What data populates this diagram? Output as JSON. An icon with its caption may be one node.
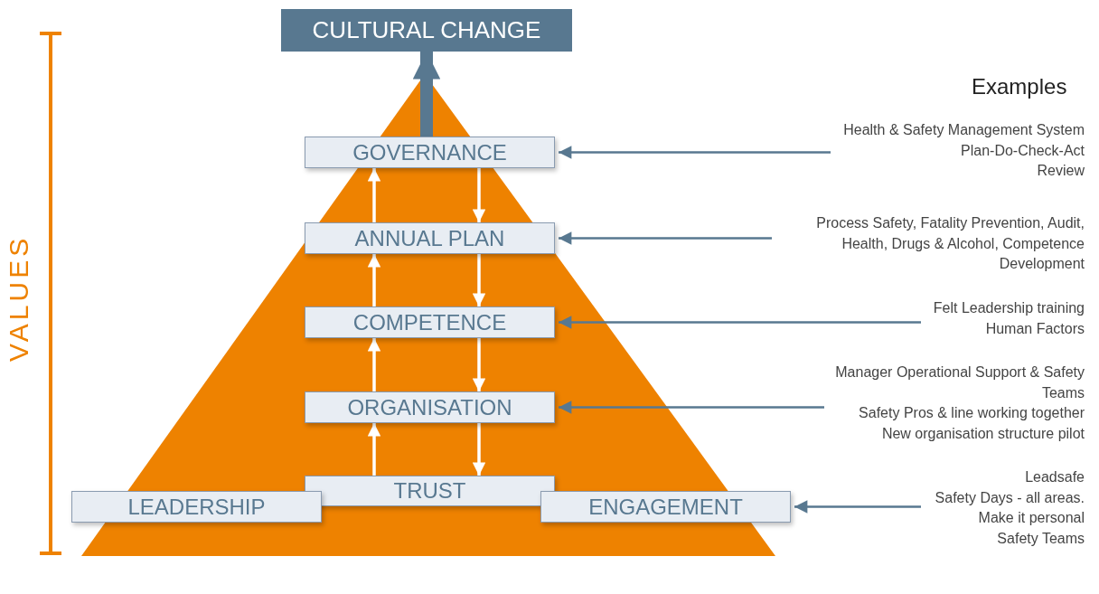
{
  "diagram": {
    "nodes": [
      {
        "text": [
          "CULTURAL CHANGE"
        ]
      },
      {
        "text": [
          "GOVERNANCE"
        ]
      },
      {
        "text": [
          "ANNUAL PLAN"
        ]
      },
      {
        "text": [
          "COMPETENCE"
        ]
      },
      {
        "text": [
          "ORGANISATION"
        ]
      },
      {
        "text": [
          "TRUST"
        ]
      },
      {
        "text": [
          "LEADERSHIP"
        ]
      },
      {
        "text": [
          "ENGAGEMENT"
        ]
      },
      {
        "text": [
          "Health & Safety Management System",
          "Plan-Do-Check-Act",
          "Review"
        ]
      },
      {
        "text": [
          "Process Safety, Fatality Prevention, Audit, Health, Drugs & Alcohol, Competence Development"
        ]
      },
      {
        "text": [
          "Felt Leadership training",
          "Human Factors"
        ]
      },
      {
        "text": [
          "Manager Operational Support & Safety Teams",
          "Safety Pros & line working together",
          "New organisation structure pilot"
        ]
      },
      {
        "text": [
          "Leadsafe",
          "Safety Days - all areas.",
          "Make it personal",
          "Safety Teams"
        ]
      }
    ],
    "edges": [
      {
        "from": 1,
        "to": 0,
        "arrow": "to",
        "style": "thick",
        "color": "#587890"
      },
      {
        "from": 2,
        "to": 1,
        "arrow": "to"
      },
      {
        "from": 1,
        "to": 2,
        "arrow": "to"
      },
      {
        "from": 3,
        "to": 2,
        "arrow": "to"
      },
      {
        "from": 2,
        "to": 3,
        "arrow": "to"
      },
      {
        "from": 4,
        "to": 3,
        "arrow": "to"
      },
      {
        "from": 3,
        "to": 4,
        "arrow": "to"
      },
      {
        "from": 5,
        "to": 4,
        "arrow": "to"
      },
      {
        "from": 4,
        "to": 5,
        "arrow": "to"
      },
      {
        "from": 8,
        "to": 1,
        "arrow": "to",
        "color": "#587890"
      },
      {
        "from": 9,
        "to": 2,
        "arrow": "to",
        "color": "#587890"
      },
      {
        "from": 10,
        "to": 3,
        "arrow": "to",
        "color": "#587890"
      },
      {
        "from": 11,
        "to": 4,
        "arrow": "to",
        "color": "#587890"
      },
      {
        "from": 12,
        "to": 7,
        "arrow": "to",
        "color": "#587890"
      }
    ],
    "labels": [
      "Examples",
      "VALUES"
    ]
  }
}
